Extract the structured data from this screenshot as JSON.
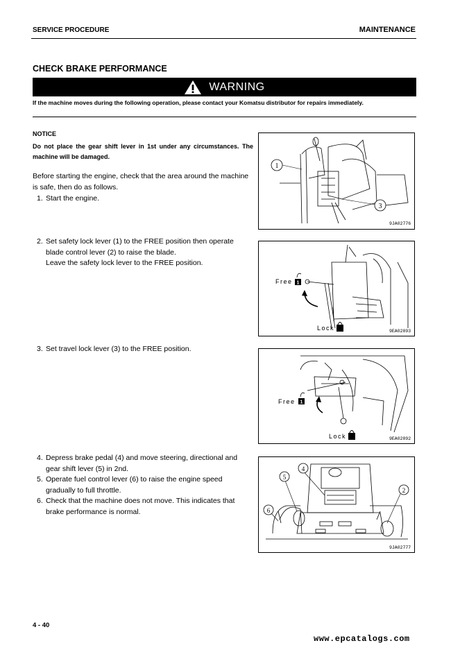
{
  "header": {
    "section": "SERVICE PROCEDURE",
    "chapter": "MAINTENANCE"
  },
  "title": "CHECK BRAKE PERFORMANCE",
  "warning": {
    "label": "WARNING",
    "message": "If the machine moves during the following operation, please contact your Komatsu distributor for repairs immediately."
  },
  "notice": {
    "heading": "NOTICE",
    "text": "Do not place the gear shift lever in 1st under any circumstances. The machine will be damaged."
  },
  "intro": "Before starting the engine, check that the area around the machine is safe, then do as follows.",
  "steps": [
    {
      "num": "1.",
      "lines": [
        "Start the engine."
      ]
    },
    {
      "num": "2.",
      "lines": [
        "Set safety lock lever (1) to the FREE position then operate",
        "blade control lever (2) to raise the blade.",
        "Leave the safety lock lever to the FREE position."
      ]
    },
    {
      "num": "3.",
      "lines": [
        "Set travel lock lever (3) to the FREE position."
      ]
    },
    {
      "num": "4.",
      "lines": [
        "Depress brake pedal (4) and move steering, directional and",
        "gear shift lever (5) in 2nd."
      ]
    },
    {
      "num": "5.",
      "lines": [
        "Operate fuel control lever (6) to raise the engine speed",
        "gradually to full throttle."
      ]
    },
    {
      "num": "6.",
      "lines": [
        "Check that the machine does not move. This indicates that",
        "brake performance is normal."
      ]
    }
  ],
  "figures": [
    {
      "code": "9JA02776",
      "callouts": [
        "1",
        "3"
      ]
    },
    {
      "code": "9EA02893",
      "free_label": "Free",
      "lock_label": "Lock",
      "icon_text": "1"
    },
    {
      "code": "9EA02892",
      "free_label": "Free",
      "lock_label": "Lock",
      "icon_text": "1"
    },
    {
      "code": "9JA02777",
      "callouts": [
        "4",
        "5",
        "6",
        "2"
      ]
    }
  ],
  "footer": {
    "page": "4 - 40",
    "watermark": "www.epcatalogs.com"
  }
}
